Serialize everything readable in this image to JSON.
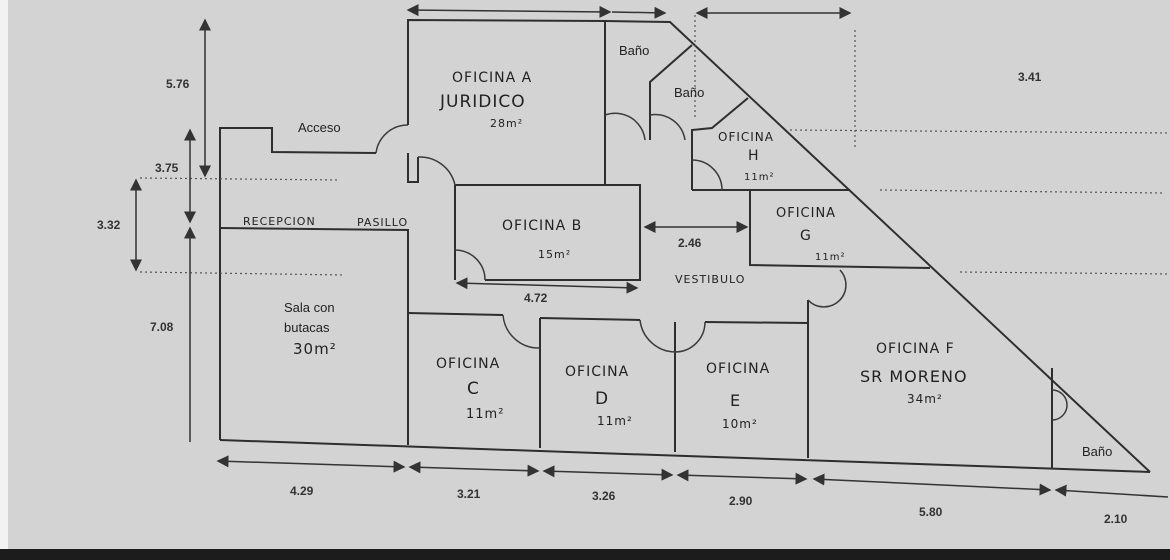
{
  "rooms": {
    "oficina_a": {
      "name": "OFICINA A",
      "sub": "JURIDICO",
      "area": "28m²"
    },
    "bano1": "Baño",
    "bano2": "Baño",
    "oficina_h": {
      "name": "OFICINA",
      "letter": "H",
      "area": "11m²"
    },
    "acceso": "Acceso",
    "recepcion": "RECEPCION",
    "pasillo": "PASILLO",
    "oficina_b": {
      "name": "OFICINA B",
      "area": "15m²"
    },
    "oficina_g": {
      "name": "OFICINA",
      "letter": "G",
      "area": "11m²"
    },
    "vestibulo": "VESTIBULO",
    "sala": {
      "line1": "Sala con",
      "line2": "butacas",
      "area": "30m²"
    },
    "oficina_c": {
      "name": "OFICINA",
      "letter": "C",
      "area": "11m²"
    },
    "oficina_d": {
      "name": "OFICINA",
      "letter": "D",
      "area": "11m²"
    },
    "oficina_e": {
      "name": "OFICINA",
      "letter": "E",
      "area": "10m²"
    },
    "oficina_f": {
      "name": "OFICINA F",
      "sub": "SR MORENO",
      "area": "34m²"
    },
    "bano3": "Baño"
  },
  "dimensions": {
    "left_top": "5.76",
    "left_mid": "3.75",
    "left_outer": "3.32",
    "left_bottom": "7.08",
    "top_right": "3.41",
    "vestibulo_width": "2.46",
    "oficina_b_width": "4.72",
    "bottom": [
      "4.29",
      "3.21",
      "3.26",
      "2.90",
      "5.80",
      "2.10"
    ]
  }
}
